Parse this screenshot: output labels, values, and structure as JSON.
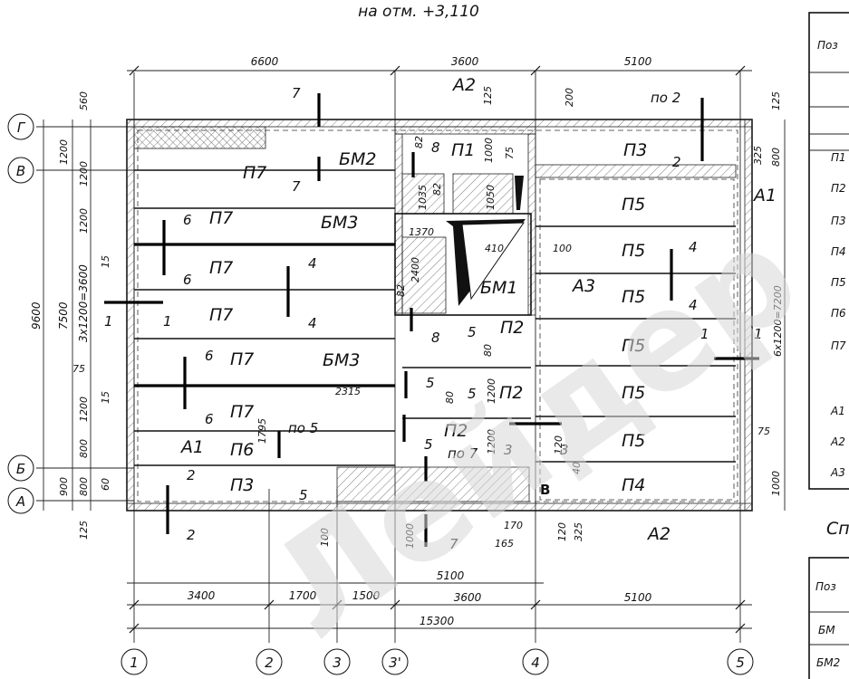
{
  "title": "на отм. +3,110",
  "axes_x": [
    "1",
    "2",
    "3",
    "3'",
    "4",
    "5"
  ],
  "axes_y": [
    "Г",
    "В",
    "Б",
    "А"
  ],
  "dims_top": [
    "6600",
    "3600",
    "5100"
  ],
  "dims_bottom_row1": [
    "3400",
    "1700",
    "1500",
    "3600",
    "5100"
  ],
  "dim_5100_mid": "5100",
  "dim_total": "15300",
  "dims_left_outer": [
    "9600",
    "7500",
    "3x1200=3600"
  ],
  "dims_left_small": [
    "560",
    "1200",
    "1200",
    "1200",
    "75",
    "1200",
    "800",
    "800",
    "900",
    "60",
    "15",
    "15",
    "125"
  ],
  "dims_right": [
    "125",
    "325",
    "800",
    "6x1200=7200",
    "75",
    "1000"
  ],
  "slabs": {
    "p1": "П1",
    "p2": "П2",
    "p3": "П3",
    "p4": "П4",
    "p5": "П5",
    "p6": "П6",
    "p7": "П7"
  },
  "beams": {
    "bm1": "БМ1",
    "bm2": "БМ2",
    "bm3": "БМ3"
  },
  "anchors": {
    "a1": "А1",
    "a2": "А2",
    "a3": "А3"
  },
  "sections": [
    "1",
    "2",
    "3",
    "4",
    "5",
    "6",
    "7",
    "8"
  ],
  "section_refs": {
    "po2": "по 2",
    "po5": "по 5",
    "po7": "по 7"
  },
  "inner_dims": [
    "82",
    "8",
    "1000",
    "75",
    "82",
    "1035",
    "1050",
    "1370",
    "2400",
    "82",
    "410",
    "100",
    "80",
    "1200",
    "1200",
    "1200",
    "80",
    "2315",
    "1795",
    "200",
    "125",
    "170",
    "165",
    "120",
    "325",
    "40",
    "120",
    "100",
    "1000"
  ],
  "letter_b": "В",
  "legend_top": {
    "header": "Поз",
    "rows": [
      "П1",
      "П2",
      "П3",
      "П4",
      "П5",
      "П6",
      "П7",
      "А1",
      "А2",
      "А3"
    ]
  },
  "legend_bottom": {
    "title": "Сп",
    "header": "Поз",
    "rows": [
      "БМ",
      "БМ2"
    ]
  },
  "watermark": "Лейдер"
}
